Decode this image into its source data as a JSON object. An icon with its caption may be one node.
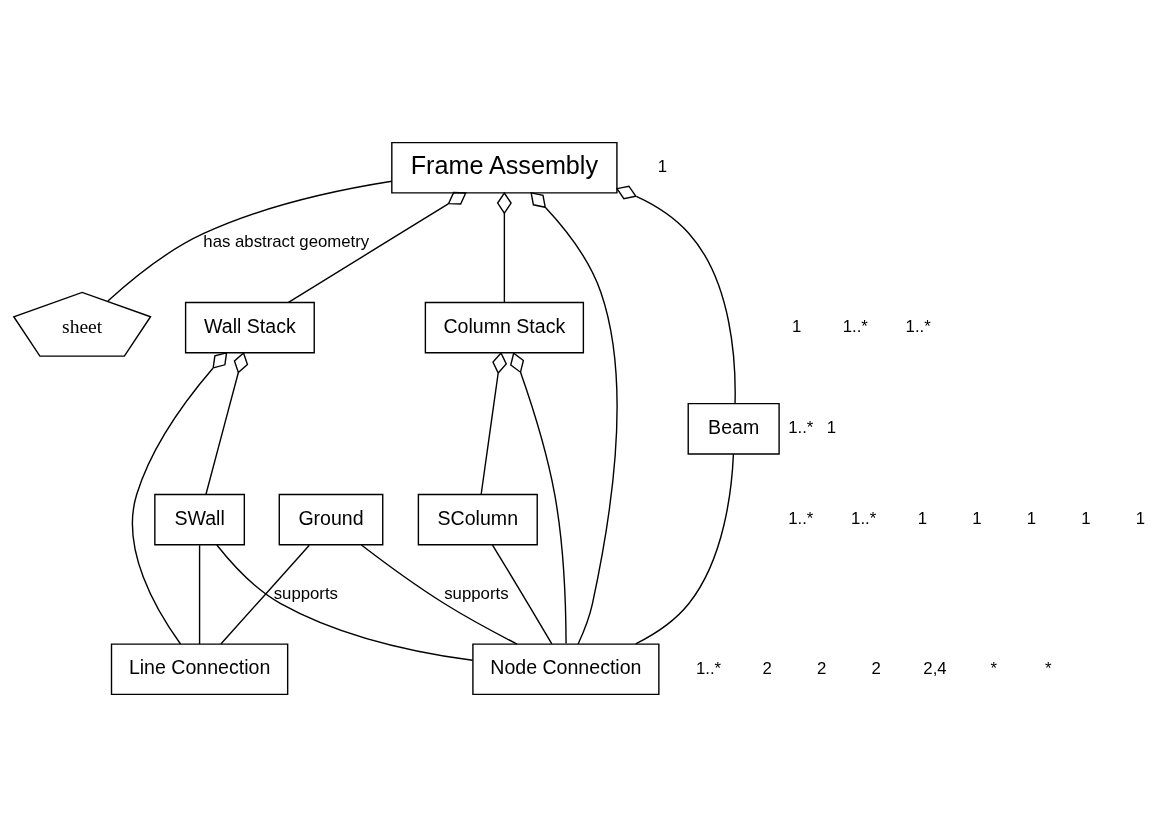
{
  "diagram": {
    "nodes": [
      {
        "text": [
          "Frame Assembly"
        ]
      },
      {
        "text": [
          "sheet"
        ]
      },
      {
        "text": [
          "Wall Stack"
        ]
      },
      {
        "text": [
          "Column Stack"
        ]
      },
      {
        "text": [
          "SWall"
        ]
      },
      {
        "text": [
          "SColumn"
        ]
      },
      {
        "text": [
          "Beam"
        ]
      },
      {
        "text": [
          "Line Connection"
        ]
      },
      {
        "text": [
          "Node Connection"
        ]
      },
      {
        "text": [
          "Ground"
        ]
      }
    ],
    "edges": [
      {
        "from": 0,
        "to": 1,
        "arrow": "none",
        "label": "has abstract geometry"
      },
      {
        "from": 0,
        "to": 2,
        "arrow": "other"
      },
      {
        "from": 0,
        "to": 8,
        "arrow": "other"
      },
      {
        "from": 0,
        "to": 3,
        "arrow": "other"
      },
      {
        "from": 0,
        "to": 6,
        "arrow": "other"
      },
      {
        "from": 2,
        "to": 7,
        "arrow": "other"
      },
      {
        "from": 2,
        "to": 4,
        "arrow": "other"
      },
      {
        "from": 3,
        "to": 8,
        "arrow": "other"
      },
      {
        "from": 3,
        "to": 5,
        "arrow": "other"
      },
      {
        "from": 4,
        "to": 7,
        "arrow": "none"
      },
      {
        "from": 4,
        "to": 8,
        "arrow": "none"
      },
      {
        "from": 5,
        "to": 8,
        "arrow": "none"
      },
      {
        "from": 6,
        "to": 8,
        "arrow": "none"
      },
      {
        "from": 9,
        "to": 7,
        "arrow": "none",
        "label": "supports"
      },
      {
        "from": 9,
        "to": 8,
        "arrow": "none",
        "label": "supports"
      }
    ],
    "labels": [
      "1",
      "1",
      "1..*",
      "1..*",
      "1..*",
      "1..*",
      "1..*",
      "1",
      "1",
      "1",
      "1",
      "1..*",
      "2",
      "2",
      "2",
      "2,4",
      "*",
      "*",
      "1",
      "1"
    ]
  }
}
